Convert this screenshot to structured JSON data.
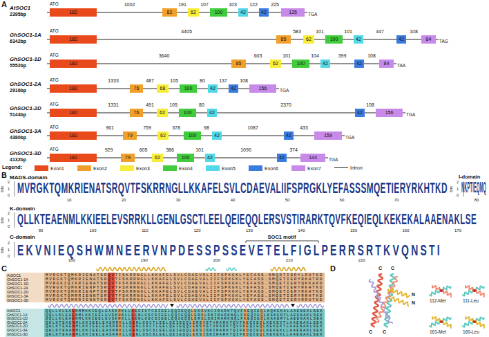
{
  "diagram": {
    "nodes": [
      {
        "text": [
          "182"
        ]
      },
      {
        "text": [
          "82"
        ]
      },
      {
        "text": [
          "62"
        ]
      },
      {
        "text": [
          "100"
        ]
      },
      {
        "text": [
          "42"
        ]
      },
      {
        "text": [
          "42"
        ]
      },
      {
        "text": [
          "135"
        ]
      },
      {
        "text": [
          "182"
        ]
      },
      {
        "text": [
          "85"
        ]
      },
      {
        "text": [
          "62"
        ]
      },
      {
        "text": [
          "100"
        ]
      },
      {
        "text": [
          "42"
        ]
      },
      {
        "text": [
          "42"
        ]
      },
      {
        "text": [
          "84"
        ]
      },
      {
        "text": [
          "182"
        ]
      },
      {
        "text": [
          "85"
        ]
      },
      {
        "text": [
          "62"
        ]
      },
      {
        "text": [
          "100"
        ]
      },
      {
        "text": [
          "42"
        ]
      },
      {
        "text": [
          "42"
        ]
      },
      {
        "text": [
          "84"
        ]
      },
      {
        "text": [
          "182"
        ]
      },
      {
        "text": [
          "76"
        ]
      },
      {
        "text": [
          "68"
        ]
      },
      {
        "text": [
          "100"
        ]
      },
      {
        "text": [
          "42"
        ]
      },
      {
        "text": [
          "42"
        ]
      },
      {
        "text": [
          "156"
        ]
      },
      {
        "text": [
          "182"
        ]
      },
      {
        "text": [
          "76"
        ]
      },
      {
        "text": [
          "62"
        ]
      },
      {
        "text": [
          "100"
        ]
      },
      {
        "text": [
          "42"
        ]
      },
      {
        "text": [
          "42"
        ]
      },
      {
        "text": [
          "156"
        ]
      },
      {
        "text": [
          "182"
        ]
      },
      {
        "text": [
          "79"
        ]
      },
      {
        "text": [
          "62"
        ]
      },
      {
        "text": [
          "100"
        ]
      },
      {
        "text": [
          "42"
        ]
      },
      {
        "text": [
          "42"
        ]
      },
      {
        "text": [
          "159"
        ]
      },
      {
        "text": [
          "182"
        ]
      },
      {
        "text": [
          "79"
        ]
      },
      {
        "text": [
          "62"
        ]
      },
      {
        "text": [
          "100"
        ]
      },
      {
        "text": [
          "42"
        ]
      },
      {
        "text": [
          "42"
        ]
      },
      {
        "text": [
          "144"
        ]
      }
    ],
    "edges": [
      {
        "from": 0,
        "to": 1,
        "arrow": "none",
        "label": "1002"
      },
      {
        "from": 1,
        "to": 2,
        "arrow": "none",
        "label": "191"
      },
      {
        "from": 2,
        "to": 3,
        "arrow": "none",
        "label": "107"
      },
      {
        "from": 3,
        "to": 4,
        "arrow": "none",
        "label": "103"
      },
      {
        "from": 4,
        "to": 5,
        "arrow": "none",
        "label": "122"
      },
      {
        "from": 5,
        "to": 6,
        "arrow": "none",
        "label": "225"
      },
      {
        "from": 7,
        "to": 8,
        "arrow": "none",
        "label": "4405"
      },
      {
        "from": 8,
        "to": 9,
        "arrow": "none",
        "label": "583"
      },
      {
        "from": 9,
        "to": 10,
        "arrow": "none",
        "label": "101"
      },
      {
        "from": 10,
        "to": 11,
        "arrow": "none",
        "label": "101"
      },
      {
        "from": 11,
        "to": 12,
        "arrow": "none",
        "label": "447"
      },
      {
        "from": 12,
        "to": 13,
        "arrow": "none",
        "label": "108"
      },
      {
        "from": 14,
        "to": 15,
        "arrow": "none",
        "label": "3640"
      },
      {
        "from": 15,
        "to": 16,
        "arrow": "none",
        "label": "603"
      },
      {
        "from": 16,
        "to": 17,
        "arrow": "none",
        "label": "101"
      },
      {
        "from": 17,
        "to": 18,
        "arrow": "none",
        "label": "104"
      },
      {
        "from": 18,
        "to": 19,
        "arrow": "none",
        "label": "399"
      },
      {
        "from": 19,
        "to": 20,
        "arrow": "none",
        "label": "108"
      },
      {
        "from": 21,
        "to": 22,
        "arrow": "none",
        "label": "1333"
      },
      {
        "from": 22,
        "to": 23,
        "arrow": "none",
        "label": "487"
      },
      {
        "from": 23,
        "to": 24,
        "arrow": "none",
        "label": "105"
      },
      {
        "from": 24,
        "to": 25,
        "arrow": "none",
        "label": "80"
      },
      {
        "from": 25,
        "to": 26,
        "arrow": "none",
        "label": "137"
      },
      {
        "from": 26,
        "to": 27,
        "arrow": "none",
        "label": "108"
      },
      {
        "from": 28,
        "to": 29,
        "arrow": "none",
        "label": "1331"
      },
      {
        "from": 29,
        "to": 30,
        "arrow": "none",
        "label": "491"
      },
      {
        "from": 30,
        "to": 31,
        "arrow": "none",
        "label": "105"
      },
      {
        "from": 31,
        "to": 32,
        "arrow": "none",
        "label": "80"
      },
      {
        "from": 32,
        "to": 33,
        "arrow": "none",
        "label": "2370"
      },
      {
        "from": 33,
        "to": 34,
        "arrow": "none",
        "label": "108"
      },
      {
        "from": 35,
        "to": 36,
        "arrow": "none",
        "label": "961"
      },
      {
        "from": 36,
        "to": 37,
        "arrow": "none",
        "label": "759"
      },
      {
        "from": 37,
        "to": 38,
        "arrow": "none",
        "label": "378"
      },
      {
        "from": 38,
        "to": 39,
        "arrow": "none",
        "label": "98"
      },
      {
        "from": 39,
        "to": 40,
        "arrow": "none",
        "label": "1087"
      },
      {
        "from": 40,
        "to": 41,
        "arrow": "none",
        "label": "433"
      },
      {
        "from": 42,
        "to": 43,
        "arrow": "none",
        "label": "929"
      },
      {
        "from": 43,
        "to": 44,
        "arrow": "none",
        "label": "605"
      },
      {
        "from": 44,
        "to": 45,
        "arrow": "none",
        "label": "386"
      },
      {
        "from": 45,
        "to": 46,
        "arrow": "none",
        "label": "101"
      },
      {
        "from": 46,
        "to": 47,
        "arrow": "none",
        "label": "1090"
      },
      {
        "from": 47,
        "to": 48,
        "arrow": "none",
        "label": "374"
      }
    ],
    "labels": [
      "A",
      "AtSOC1",
      "2395bp",
      "ATG",
      "TGA",
      "GhSOC1-1A",
      "6342bp",
      "ATG",
      "TAG",
      "GhSOC1-1D",
      "5552bp",
      "ATG",
      "TAA",
      "GhSOC1-2A",
      "2916bp",
      "ATG",
      "TGA",
      "GhSOC1-2D",
      "5144bp",
      "ATG",
      "TGA",
      "GhSOC1-3A",
      "4380bp",
      "ATG",
      "TGA",
      "GhSOC1-3D",
      "4132bp",
      "ATG",
      "TGA",
      "Legend:",
      "B",
      "MADS-domain",
      "I-domain",
      "K-domain",
      "C-domain",
      "SOC1 motif",
      "bits",
      "2",
      "1",
      "0",
      "bits",
      "2",
      "1",
      "0",
      "bits",
      "2",
      "1",
      "0",
      "bits",
      "2",
      "1",
      "0",
      "MVRGKTQMKRIENATSRQVTFSKRRNGLLKKAFELSVLCDAEVALIIFSPRGKLYEFASSSMQETIERYRKHTKD",
      "NKPTIEQMQ",
      "QLLKTEAENMLKKIEELEVSRRKLLGENLGSCTLEELQEIEQQLERSVSTIRARKTQVFKEQIEQLKEKEKALAAENAKLSE",
      "EKVNIEQSHWMNEERVNPDESSPSSEVETELFIGLPERRSRTKVQNSTI",
      "10",
      "20",
      "30",
      "40",
      "50",
      "60",
      "70",
      "80",
      "90",
      "100",
      "110",
      "120",
      "130",
      "140",
      "150",
      "160",
      "170",
      "180",
      "190",
      "200",
      "210",
      "220",
      "C",
      "AtSOC1",
      "MVRGKTQMKRIENATSRQVTFSKRRNGLLKKAFELSVLCDAEVSLIIFSPKGKLYEFASS.NMQDTIDRYLRHTKD",
      "GhSOC1-1A",
      "MVRGKTQMKRIENATSRQVTFSKRRNGLLKKAFELSVLCDAEVALIIFSPKGKLYEFASS.SMQETIERYRKHTRD",
      "GhSOC1-1D",
      "MVRGKIQIKRIENATSRQVTFSKRRNGLLKKAFELSVLCDAEVALIIFSPKGKLYEFASS.SMQETIERYQKKAKD",
      "GhSOC1-2A",
      "MVRGKTQMKRIENPTSRQVTFSKRRNGLLKKAFELSVLCDAEVALIIFSPKGKLYEFASS.SMQETIERYRKHTKD",
      "GhSOC1-2D",
      "MVRGKTQMKRIENPTSRQVTFSKRRNGLLKKAFELSVLCDAEVALIIFSPKGKLYEFASS.SMQETIERYRKHTKD",
      "GhSOC1-3A",
      "MVRGKTQMRRIENNTSRQVTFSKRRNGLLKKAFELSVLCDAEVALIIFSPKGKLYEFASS.SMQETIERYRRHTKD",
      "GhSOC1-3D",
      "MVRGKTQMRRIENNTSRQVTFSKRRNGLLKKAFELSVLCDAEVALIIFSPKGKLYEFASS.SMQETIERYRRHTKD",
      "AtSOC1",
      "QQLLKLEAENMMKKIEQLEASKRKLLGEGIGTCSIEELQQIEQQLEKSVKCIRARKTQVFKEQIEQLKQKEKALAAENEKLSEK",
      "GhSOC1-1A",
      "QQLLKLEAENMLKKIEELEVSKRKLLGENLGSCSIEELQQIEQQLERSLSNIRARKNQLFKEQIEQLKAKERYLAEENAKLSEK",
      "GhSOC1-1D",
      "QQLLKLEAENMLKKIEELEVSKRKLLGENLGSCSIEELQQIEQQLERSLSNIRARKNQLFKEQIEQLKAKERYLAEENAKLSEK",
      "GhSOC1-2A",
      "QHLKTEAENMLKKIEELEASRRKLLGENLGSCTLEELQEIEQQLERSVSTVRARKTQVFKEQIEQLKEKEKTLAAENAKLSEK",
      "GhSOC1-2D",
      "QHLKTEAENMLKKIEELEASRRKLLGENLGSCTLEELQEIEQQLERSVSTVRARKTQVFKEQIEQLKEKEKTLAAENAKLSEK",
      "GhSOC1-3A",
      "QHLKTEAANMLKKIEELEASRRKLLGENLGSCSLEELQEIEQQLEKSISNIRARKTQIFKDQIEQLKEKEKLLAAENAKLSEK",
      "GhSOC1-3D",
      "QHLKTEAANMLKKIEELEASRRKLLGENLGSCSLEELQEIEQQLEKSISNIRARKTQIFKDQIEQLKEKEKLLAAENAKLSEK",
      "D",
      "C",
      "C",
      "N",
      "N",
      "C",
      "C",
      "112-Met",
      "111-Leu",
      "161-Met",
      "160-Leu"
    ],
    "legend": [
      {
        "text": "Exon1",
        "color": "#e84a1c"
      },
      {
        "text": "Exon2",
        "color": "#f0a02a"
      },
      {
        "text": "Exon3",
        "color": "#f7ec3a"
      },
      {
        "text": "Exon4",
        "color": "#40cc3c"
      },
      {
        "text": "Exon5",
        "color": "#52d8e6"
      },
      {
        "text": "Exon6",
        "color": "#3a7be0"
      },
      {
        "text": "Exon7",
        "color": "#c88ae8"
      },
      {
        "text": "Intron"
      }
    ]
  }
}
